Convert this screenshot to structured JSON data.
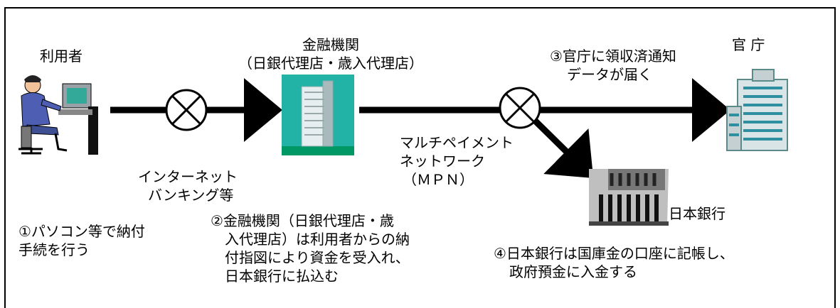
{
  "nodes": {
    "user": "利用者",
    "bank_line1": "金融機関",
    "bank_line2": "（日銀代理店・歳入代理店）",
    "agency": "官 庁",
    "boj": "日本銀行"
  },
  "channels": {
    "internet_line1": "インターネット",
    "internet_line2": "バンキング等",
    "mpn_line1": "マルチペイメント",
    "mpn_line2": "ネットワーク",
    "mpn_line3": "（ＭＰＮ）"
  },
  "steps": {
    "step3_line1": "③官庁に領収済通知",
    "step3_line2": "データが届く",
    "step1_line1": "①パソコン等で納付",
    "step1_line2": "手続を行う",
    "step2_line1": "②金融機関（日銀代理店・歳",
    "step2_line2": "入代理店）は利用者からの納",
    "step2_line3": "付指図により資金を受入れ、",
    "step2_line4": "日本銀行に払込む",
    "step4_line1": "④日本銀行は国庫金の口座に記帳し、",
    "step4_line2": "政府預金に入金する"
  },
  "colors": {
    "arrow": "#000000",
    "bank_ground": "#009966",
    "bank_sky": "#22b3a6",
    "building": "#d8e4e6"
  }
}
